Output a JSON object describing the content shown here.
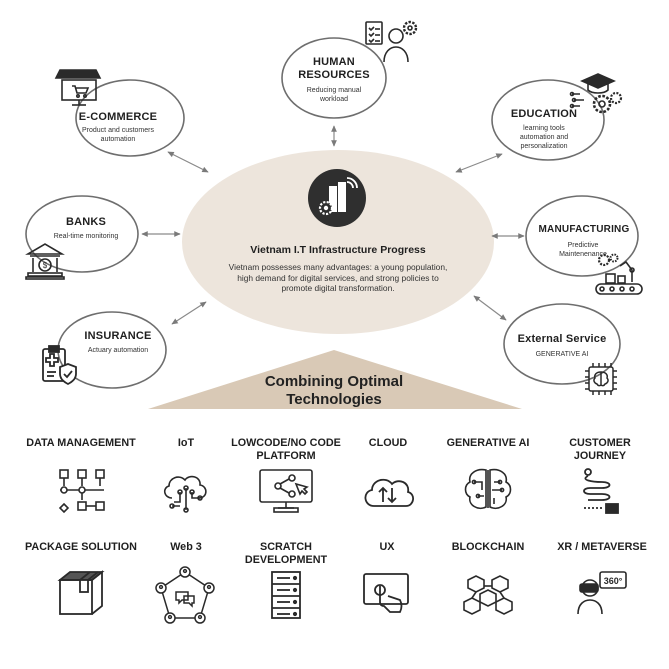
{
  "center": {
    "title": "Vietnam I.T Infrastructure Progress",
    "description": "Vietnam possesses many advantages: a young population, high demand for digital services, and strong policies to promote digital transformation.",
    "icon": "server-gear-icon"
  },
  "nodes": [
    {
      "id": "human-resources",
      "title": "HUMAN RESOURCES",
      "desc": "Reducing manual workload",
      "icon": "checklist-person-gear-icon"
    },
    {
      "id": "e-commerce",
      "title": "E-COMMERCE",
      "desc": "Product and customers automation",
      "icon": "storefront-monitor-cart-icon"
    },
    {
      "id": "education",
      "title": "EDUCATION",
      "desc": "learning tools automation and personalization",
      "icon": "graduation-cap-gears-icon"
    },
    {
      "id": "banks",
      "title": "BANKS",
      "desc": "Real-time monitoring",
      "icon": "bank-building-icon"
    },
    {
      "id": "manufacturing",
      "title": "MANUFACTURING",
      "desc": "Predictive Maintenenance",
      "icon": "conveyor-robot-arm-icon"
    },
    {
      "id": "insurance",
      "title": "INSURANCE",
      "desc": "Actuary automation",
      "icon": "clipboard-shield-icon"
    },
    {
      "id": "external-service",
      "title": "External Service",
      "desc": "GENERATIVE AI",
      "icon": "ai-chip-brain-icon"
    }
  ],
  "banner": {
    "line1": "Combining Optimal",
    "line2": "Technologies"
  },
  "technologies": [
    {
      "label": "DATA MANAGEMENT",
      "icon": "flowchart-icon"
    },
    {
      "label": "IoT",
      "icon": "cloud-circuit-icon"
    },
    {
      "label": "LOWCODE/NO CODE PLATFORM",
      "icon": "monitor-nodes-icon"
    },
    {
      "label": "CLOUD",
      "icon": "cloud-sync-icon"
    },
    {
      "label": "GENERATIVE AI",
      "icon": "brain-circuit-icon"
    },
    {
      "label": "CUSTOMER JOURNEY",
      "icon": "journey-path-icon"
    },
    {
      "label": "PACKAGE SOLUTION",
      "icon": "package-box-icon"
    },
    {
      "label": "Web 3",
      "icon": "network-people-icon"
    },
    {
      "label": "SCRATCH DEVELOPMENT",
      "icon": "server-rack-icon"
    },
    {
      "label": "UX",
      "icon": "screen-touch-icon"
    },
    {
      "label": "BLOCKCHAIN",
      "icon": "cubes-chain-icon"
    },
    {
      "label": "XR / METAVERSE",
      "icon": "vr-headset-360-icon"
    }
  ],
  "colors": {
    "ellipse_fill": "#ede5dc",
    "accent": "#d9c9b6",
    "stroke": "#6e6e6e",
    "dark": "#2a2a2a"
  }
}
